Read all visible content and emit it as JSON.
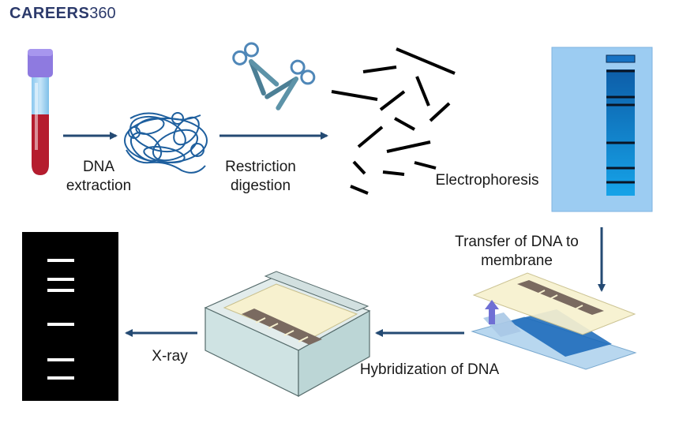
{
  "logo": {
    "brand": "CAREERS",
    "number": "360"
  },
  "steps": {
    "dna_extraction": "DNA extraction",
    "restriction_digestion": "Restriction digestion",
    "electrophoresis": "Electrophoresis",
    "transfer": "Transfer of DNA to membrane",
    "hybridization": "Hybridization of DNA",
    "xray": "X-ray"
  },
  "colors": {
    "arrow": "#244a73",
    "gel": "#1576c4",
    "membrane": "#f7f1cf",
    "tray": "#cfe3e3",
    "film": "#000000"
  },
  "icons": [
    "blood-tube-icon",
    "dna-tangle-icon",
    "scissors-icon",
    "dna-fragments-icon",
    "gel-icon",
    "membrane-icon",
    "hybridization-tray-icon",
    "xray-film-icon"
  ]
}
